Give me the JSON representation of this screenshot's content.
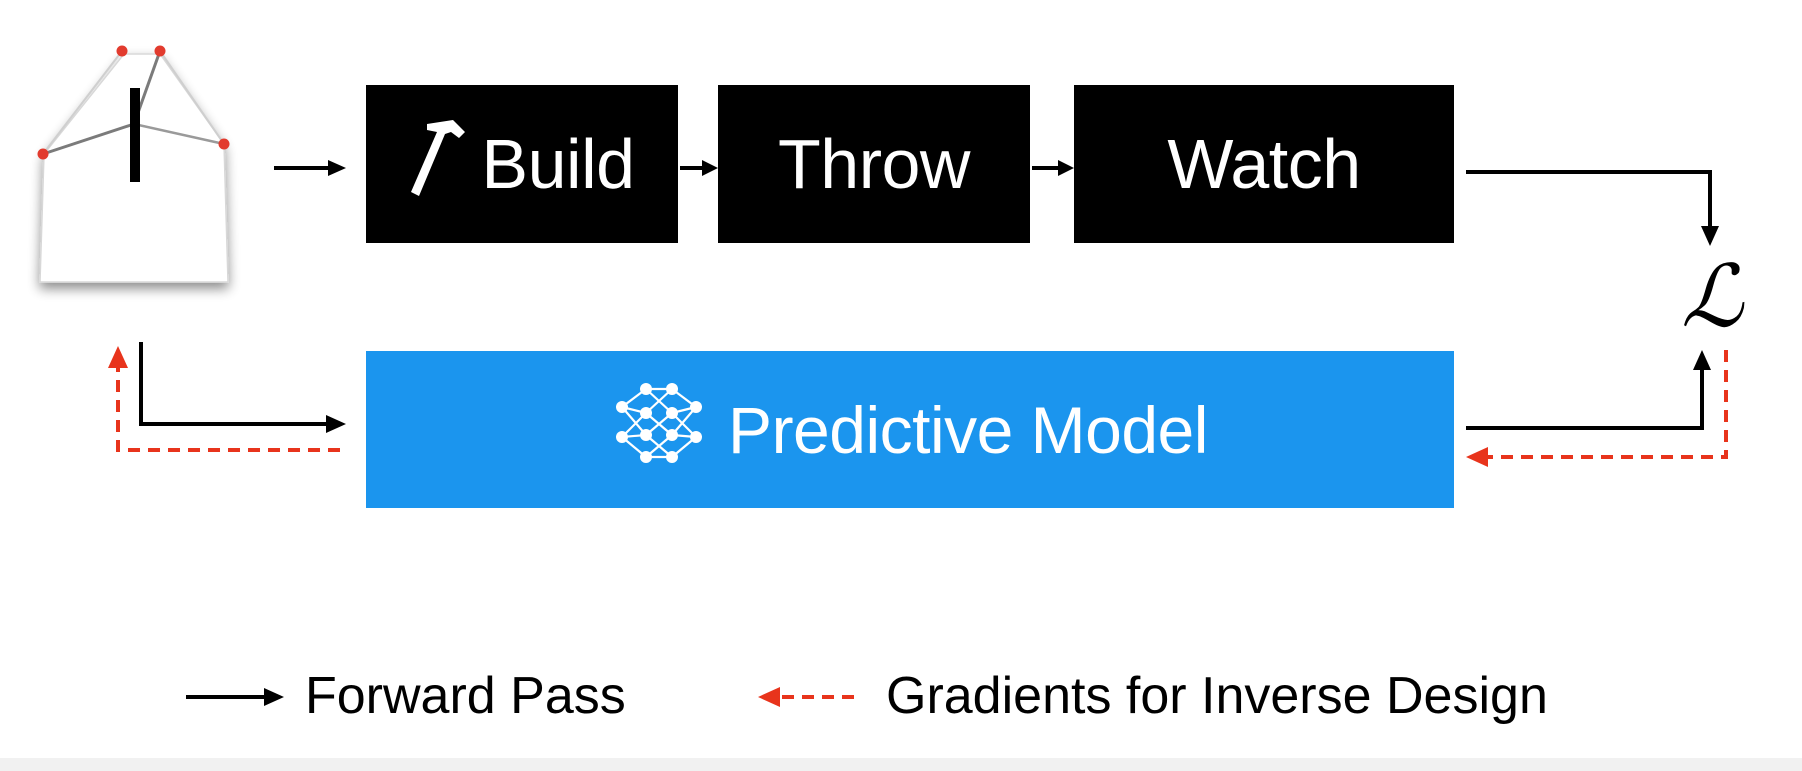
{
  "stages": {
    "build": {
      "label": "Build",
      "icon": "hammer-icon"
    },
    "throw": {
      "label": "Throw"
    },
    "watch": {
      "label": "Watch"
    },
    "model": {
      "label": "Predictive Model",
      "icon": "neural-network-icon"
    }
  },
  "loss": {
    "symbol": "ℒ"
  },
  "legend": {
    "forward_label": "Forward Pass",
    "gradient_label": "Gradients for Inverse Design"
  },
  "colors": {
    "process_box": "#000000",
    "model_box": "#1b95ee",
    "forward_arrow": "#000000",
    "gradient_arrow": "#e8341c",
    "design_vertex": "#e23b2e"
  }
}
